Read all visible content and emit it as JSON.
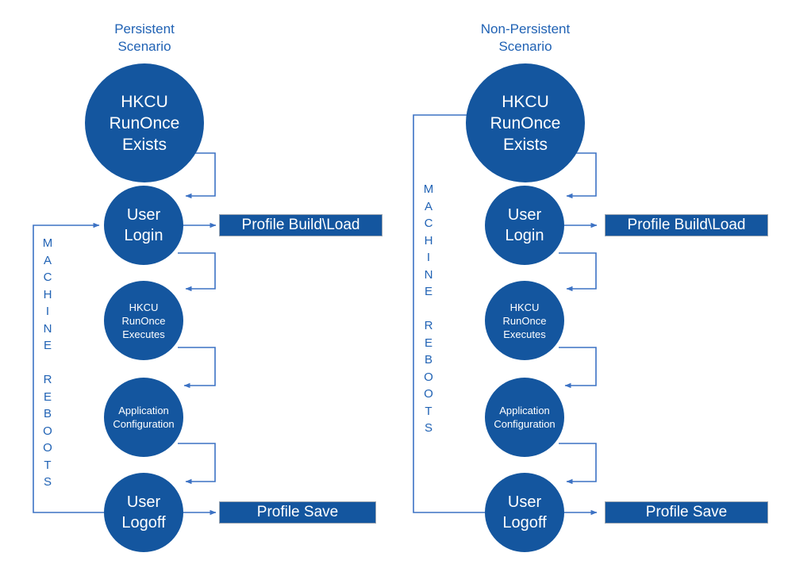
{
  "diagram": {
    "title_hidden": "",
    "colors": {
      "node_fill": "#14569F",
      "node_text": "#FFFFFF",
      "connector": "#3C72C4",
      "label_text": "#2062B4",
      "rect_border": "#9AA4B0",
      "background": "#FFFFFF"
    }
  },
  "panels": [
    {
      "id": "persistent",
      "heading": "Persistent\nScenario",
      "loop_label": "M\nA\nC\nH\nI\nN\nE\n\nR\nE\nB\nO\nO\nT\nS",
      "loop_label_target": "user-login",
      "nodes": [
        {
          "id": "hkcu-runonce-exists",
          "shape": "circle",
          "label": "HKCU\nRunOnce\nExists"
        },
        {
          "id": "user-login",
          "shape": "circle",
          "label": "User\nLogin"
        },
        {
          "id": "hkcu-runonce-executes",
          "shape": "circle",
          "label": "HKCU\nRunOnce\nExecutes"
        },
        {
          "id": "application-configuration",
          "shape": "circle",
          "label": "Application\nConfiguration"
        },
        {
          "id": "user-logoff",
          "shape": "circle",
          "label": "User\nLogoff"
        },
        {
          "id": "profile-build-load",
          "shape": "rect",
          "label": "Profile Build\\Load"
        },
        {
          "id": "profile-save",
          "shape": "rect",
          "label": "Profile Save"
        }
      ]
    },
    {
      "id": "non-persistent",
      "heading": "Non-Persistent\nScenario",
      "loop_label": "M\nA\nC\nH\nI\nN\nE\n\nR\nE\nB\nO\nO\nT\nS",
      "loop_label_target": "hkcu-runonce-exists",
      "nodes": [
        {
          "id": "hkcu-runonce-exists",
          "shape": "circle",
          "label": "HKCU\nRunOnce\nExists"
        },
        {
          "id": "user-login",
          "shape": "circle",
          "label": "User\nLogin"
        },
        {
          "id": "hkcu-runonce-executes",
          "shape": "circle",
          "label": "HKCU\nRunOnce\nExecutes"
        },
        {
          "id": "application-configuration",
          "shape": "circle",
          "label": "Application\nConfiguration"
        },
        {
          "id": "user-logoff",
          "shape": "circle",
          "label": "User\nLogoff"
        },
        {
          "id": "profile-build-load",
          "shape": "rect",
          "label": "Profile Build\\Load"
        },
        {
          "id": "profile-save",
          "shape": "rect",
          "label": "Profile Save"
        }
      ]
    }
  ]
}
